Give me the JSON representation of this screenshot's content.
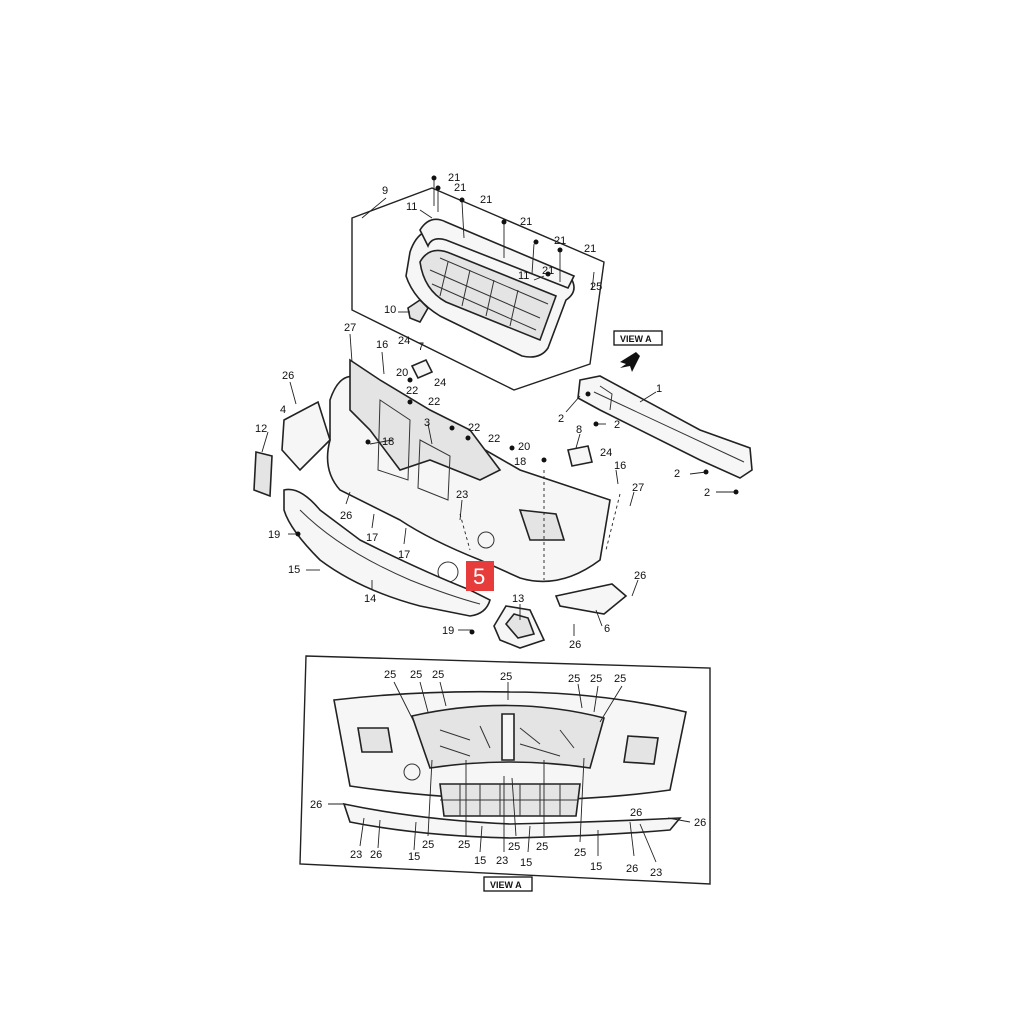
{
  "callout_badge": {
    "label": "5",
    "color": "#e63c3c"
  },
  "view_tags": {
    "upper": "VIEW A",
    "lower": "VIEW A"
  },
  "callouts_main": [
    "21",
    "21",
    "21",
    "21",
    "21",
    "21",
    "21",
    "11",
    "11",
    "9",
    "25",
    "10",
    "27",
    "16",
    "24",
    "7",
    "20",
    "24",
    "22",
    "22",
    "26",
    "4",
    "12",
    "18",
    "3",
    "22",
    "22",
    "20",
    "18",
    "23",
    "26",
    "17",
    "17",
    "19",
    "15",
    "14",
    "13",
    "19",
    "1",
    "2",
    "2",
    "2",
    "2",
    "8",
    "24",
    "16",
    "27",
    "26",
    "6",
    "26"
  ],
  "callouts_view_a": [
    "25",
    "25",
    "25",
    "25",
    "25",
    "25",
    "25",
    "26",
    "26",
    "23",
    "26",
    "15",
    "25",
    "25",
    "15",
    "23",
    "25",
    "15",
    "25",
    "25",
    "15",
    "26",
    "23",
    "26"
  ]
}
